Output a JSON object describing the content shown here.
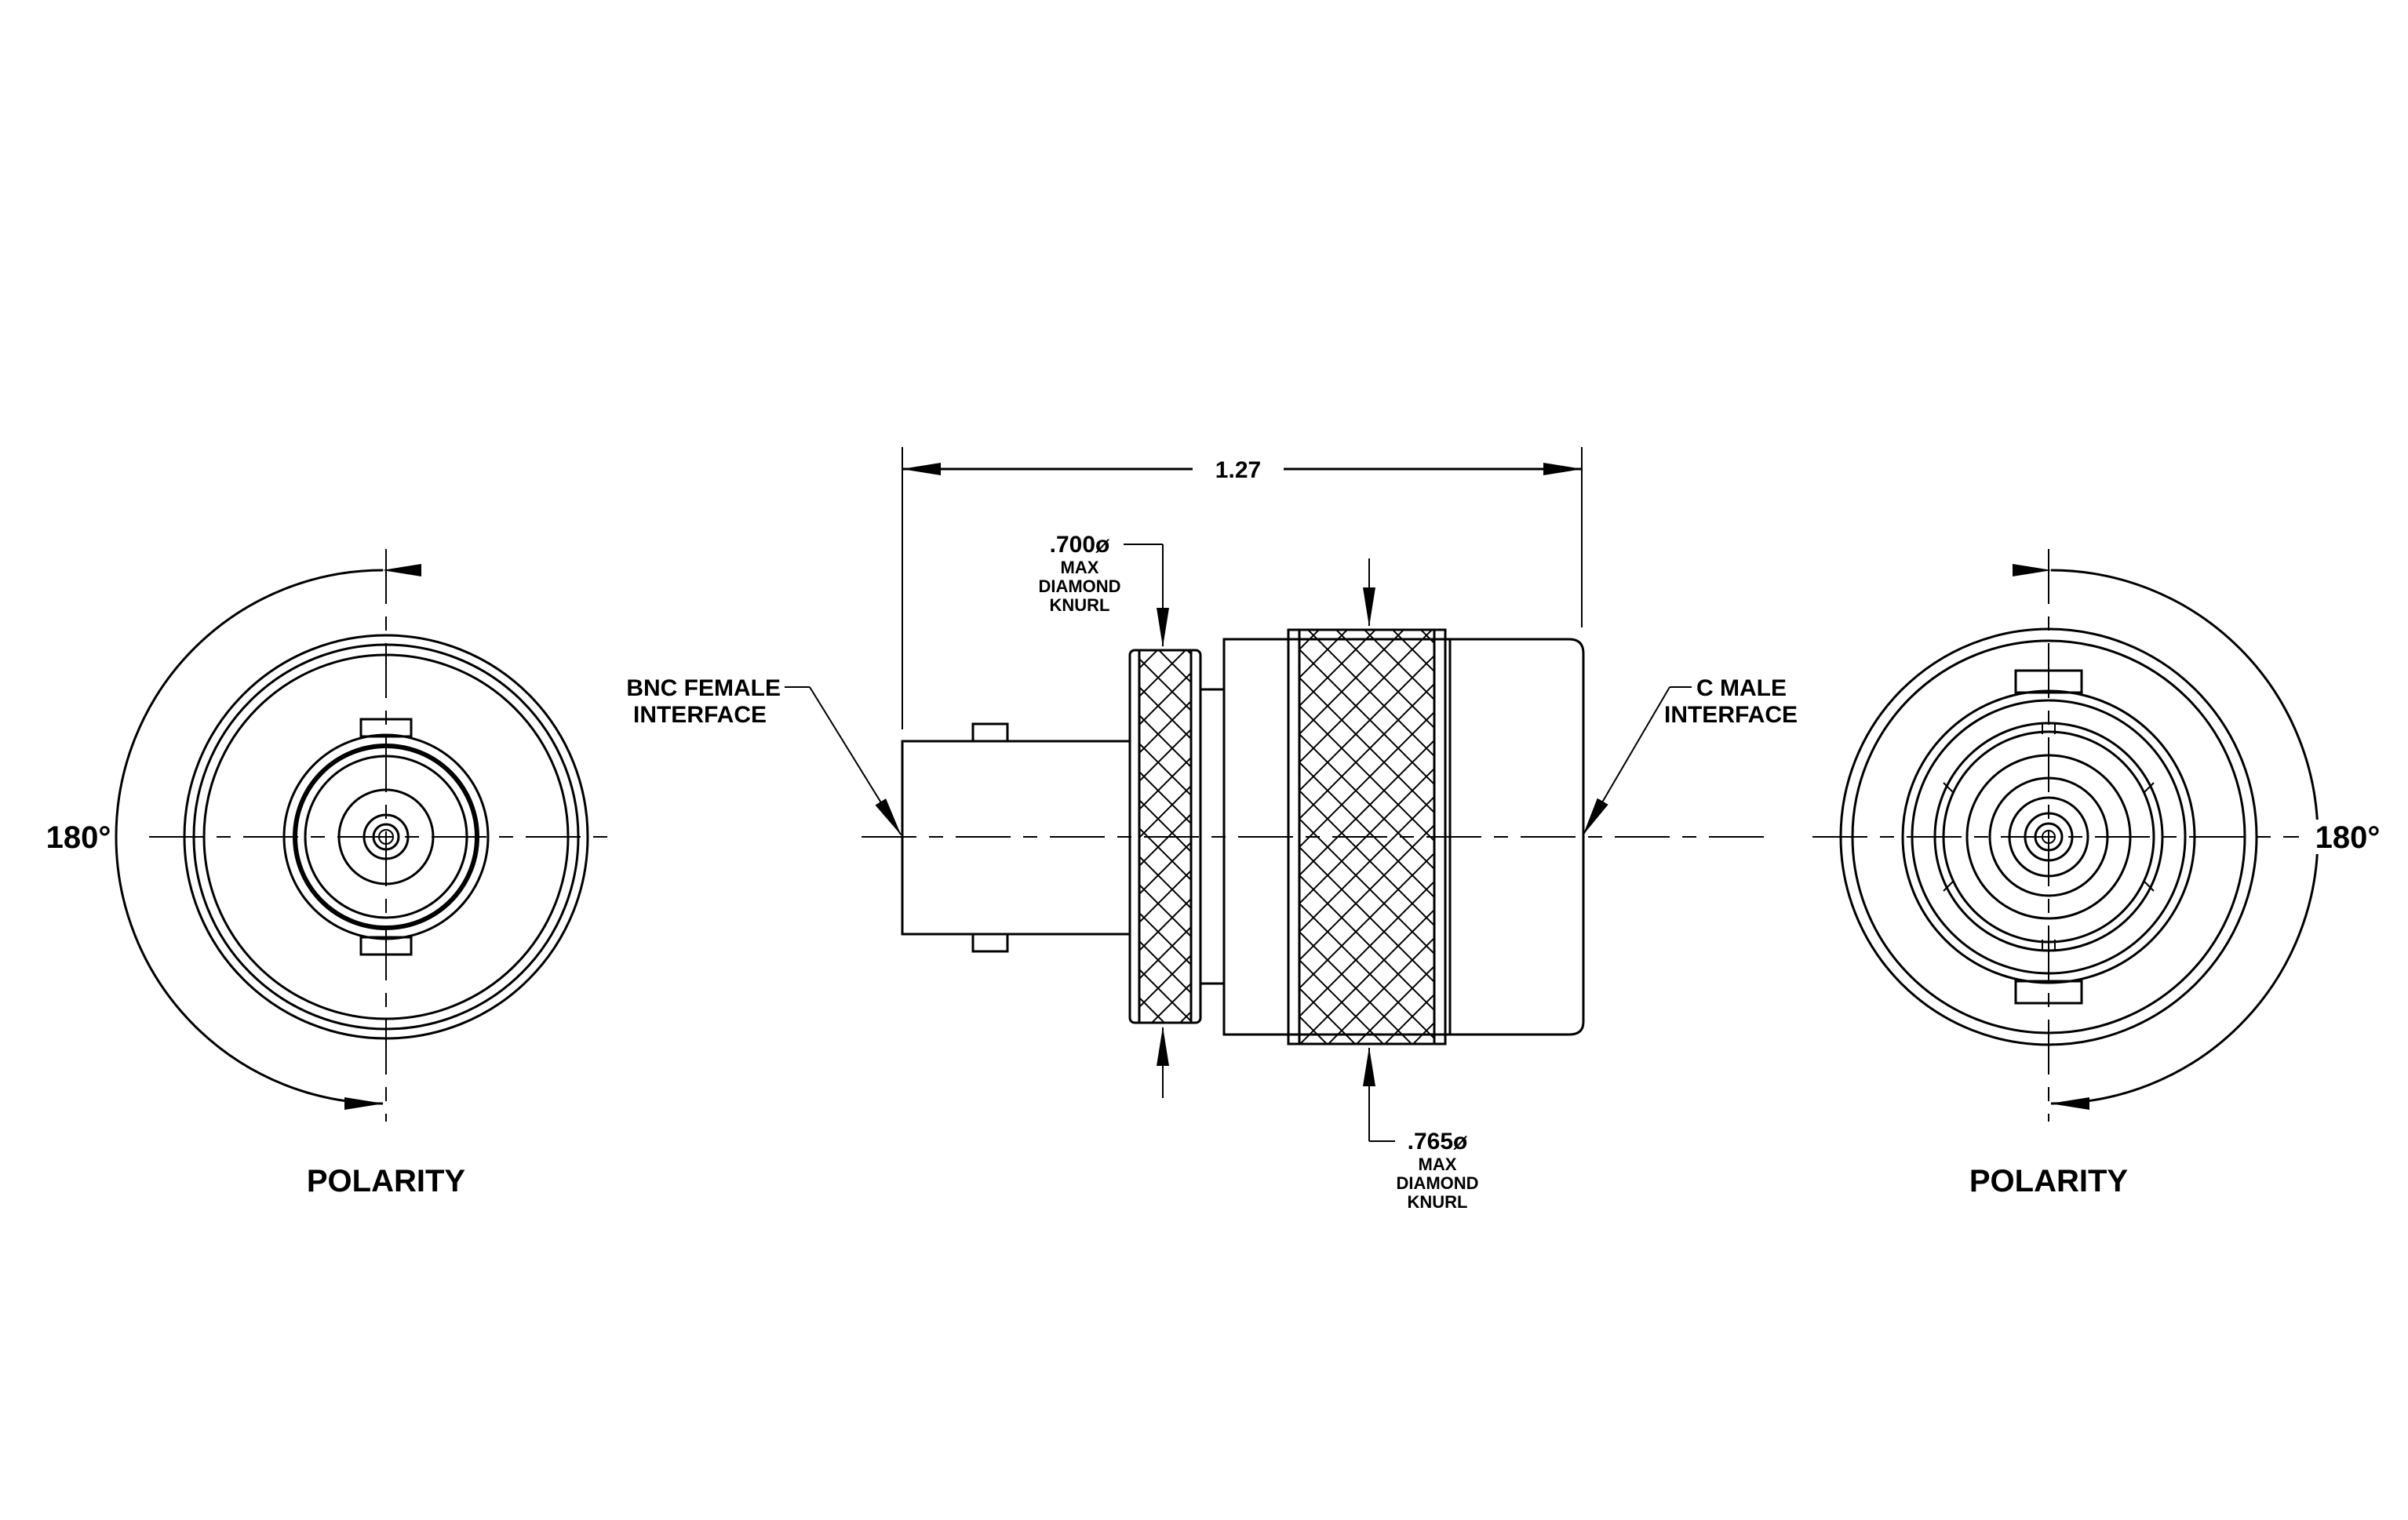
{
  "drawing": {
    "overall_dimension": "1.27",
    "left_view": {
      "angle": "180°",
      "caption": "POLARITY"
    },
    "right_view": {
      "angle": "180°",
      "caption": "POLARITY"
    },
    "left_interface": [
      "BNC FEMALE",
      "INTERFACE"
    ],
    "right_interface": [
      "C MALE",
      "INTERFACE"
    ],
    "knurl_small": {
      "diameter": ".700ø",
      "lines": [
        "MAX",
        "DIAMOND",
        "KNURL"
      ]
    },
    "knurl_large": {
      "diameter": ".765ø",
      "lines": [
        "MAX",
        "DIAMOND",
        "KNURL"
      ]
    }
  }
}
